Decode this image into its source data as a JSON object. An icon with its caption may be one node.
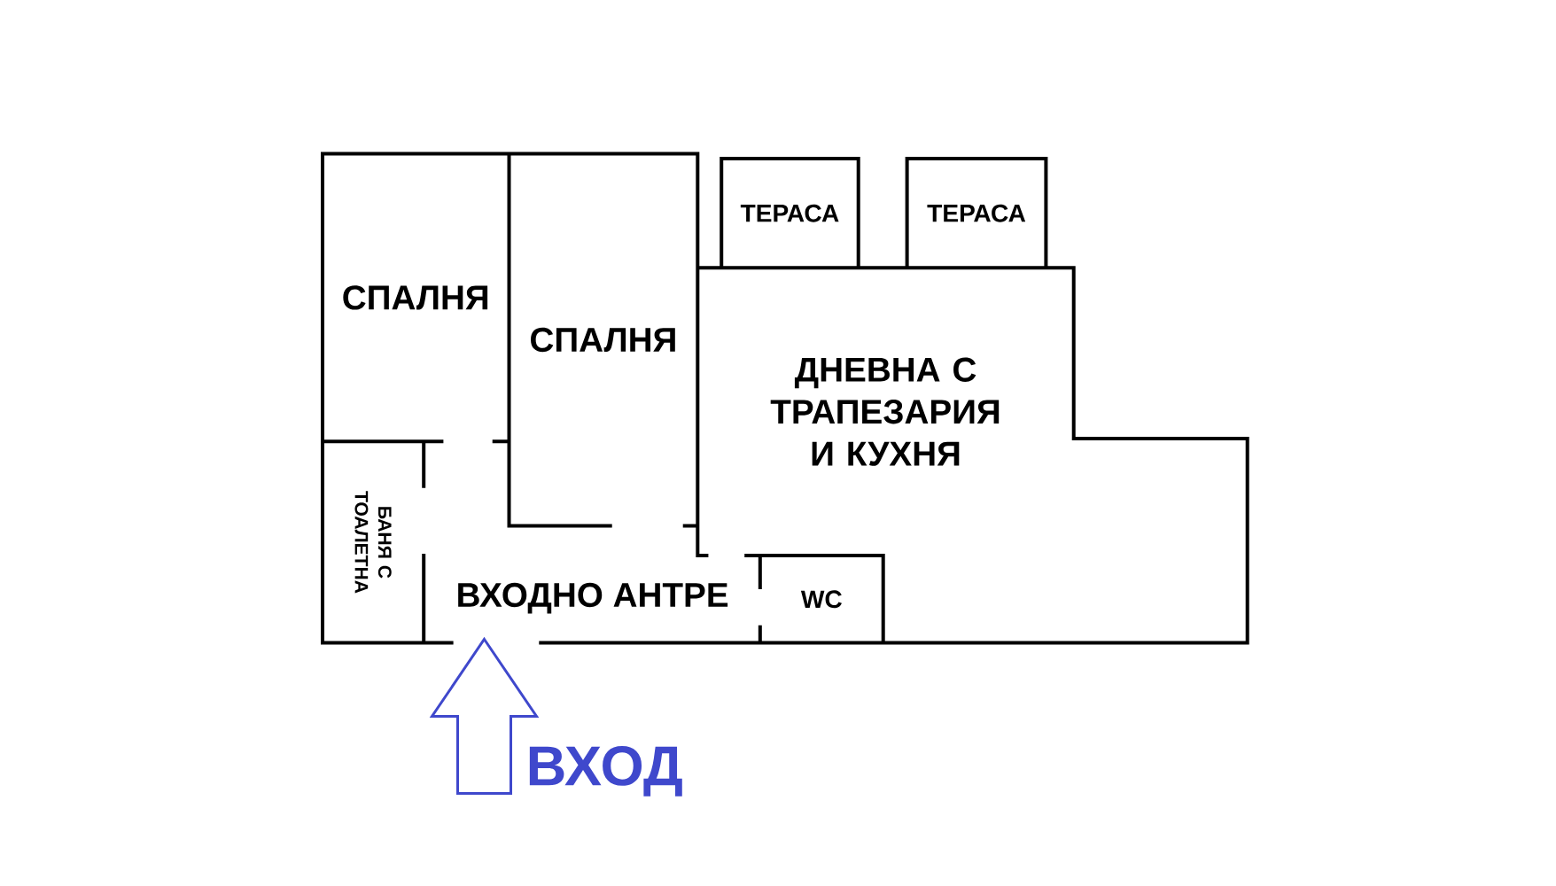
{
  "diagram": {
    "nodes": [
      {
        "text": [
          "СПАЛНЯ"
        ]
      },
      {
        "text": [
          "СПАЛНЯ"
        ]
      },
      {
        "text": [
          "ТЕРАСА"
        ]
      },
      {
        "text": [
          "ТЕРАСА"
        ]
      },
      {
        "text": [
          "ДНЕВНА С ТРАПЕЗАРИЯ И КУХНЯ"
        ]
      },
      {
        "text": [
          "БАНЯ С ТОАЛЕТНА"
        ]
      },
      {
        "text": [
          "ВХОДНО АНТРЕ"
        ]
      },
      {
        "text": [
          "WC"
        ]
      }
    ],
    "edges": [
      {
        "from": null,
        "to": 6,
        "arrow": "to",
        "label": "ВХОД",
        "color": "#3f48cc"
      }
    ]
  }
}
